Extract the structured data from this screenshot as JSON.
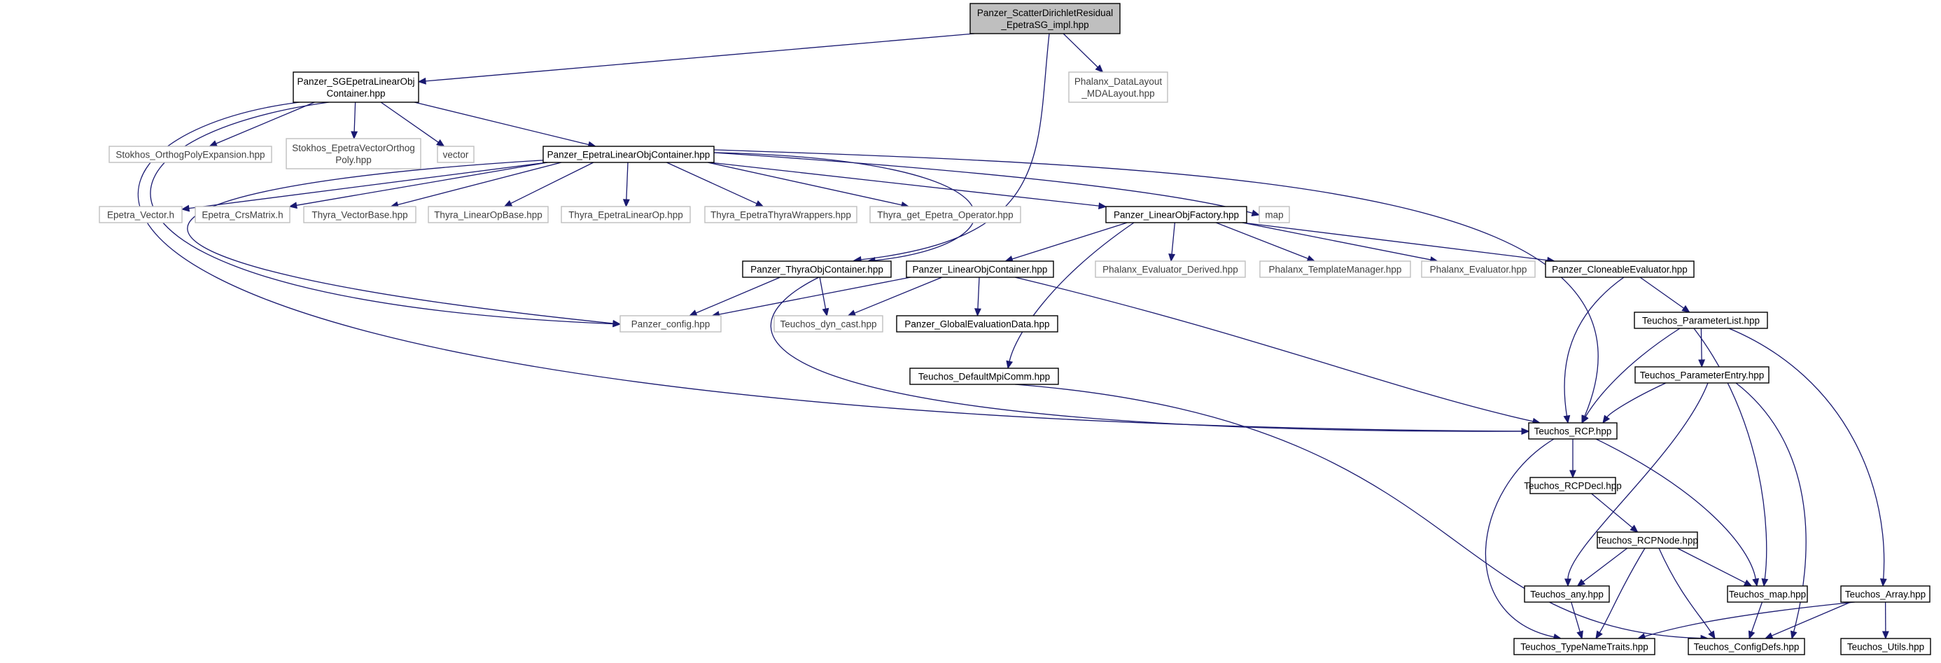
{
  "diagram": {
    "type": "include-dependency-graph",
    "edge_color": "#191970",
    "external_border_color": "#bfbfbf",
    "root_fill": "#bfbfbf",
    "nodes": [
      {
        "id": "root",
        "label": "Panzer_ScatterDirichletResidual\n_EpetraSG_impl.hpp",
        "kind": "root"
      },
      {
        "id": "sgelo",
        "label": "Panzer_SGEpetraLinearObj\nContainer.hpp",
        "kind": "file"
      },
      {
        "id": "phx_dl",
        "label": "Phalanx_DataLayout\n_MDALayout.hpp",
        "kind": "external"
      },
      {
        "id": "stk_ope",
        "label": "Stokhos_OrthogPolyExpansion.hpp",
        "kind": "external"
      },
      {
        "id": "stk_evo",
        "label": "Stokhos_EpetraVectorOrthog\nPoly.hpp",
        "kind": "external"
      },
      {
        "id": "vector",
        "label": "vector",
        "kind": "external"
      },
      {
        "id": "elo",
        "label": "Panzer_EpetraLinearObjContainer.hpp",
        "kind": "file"
      },
      {
        "id": "ep_vec",
        "label": "Epetra_Vector.h",
        "kind": "external"
      },
      {
        "id": "ep_crs",
        "label": "Epetra_CrsMatrix.h",
        "kind": "external"
      },
      {
        "id": "th_vb",
        "label": "Thyra_VectorBase.hpp",
        "kind": "external"
      },
      {
        "id": "th_lob",
        "label": "Thyra_LinearOpBase.hpp",
        "kind": "external"
      },
      {
        "id": "th_elo",
        "label": "Thyra_EpetraLinearOp.hpp",
        "kind": "external"
      },
      {
        "id": "th_etw",
        "label": "Thyra_EpetraThyraWrappers.hpp",
        "kind": "external"
      },
      {
        "id": "th_geo",
        "label": "Thyra_get_Epetra_Operator.hpp",
        "kind": "external"
      },
      {
        "id": "lof",
        "label": "Panzer_LinearObjFactory.hpp",
        "kind": "file"
      },
      {
        "id": "map_ext",
        "label": "map",
        "kind": "external"
      },
      {
        "id": "toc",
        "label": "Panzer_ThyraObjContainer.hpp",
        "kind": "file"
      },
      {
        "id": "loc",
        "label": "Panzer_LinearObjContainer.hpp",
        "kind": "file"
      },
      {
        "id": "phx_ed",
        "label": "Phalanx_Evaluator_Derived.hpp",
        "kind": "external"
      },
      {
        "id": "phx_tm",
        "label": "Phalanx_TemplateManager.hpp",
        "kind": "external"
      },
      {
        "id": "phx_ev",
        "label": "Phalanx_Evaluator.hpp",
        "kind": "external"
      },
      {
        "id": "ce",
        "label": "Panzer_CloneableEvaluator.hpp",
        "kind": "file"
      },
      {
        "id": "pcfg",
        "label": "Panzer_config.hpp",
        "kind": "external"
      },
      {
        "id": "dyn",
        "label": "Teuchos_dyn_cast.hpp",
        "kind": "external"
      },
      {
        "id": "ged",
        "label": "Panzer_GlobalEvaluationData.hpp",
        "kind": "file"
      },
      {
        "id": "plist",
        "label": "Teuchos_ParameterList.hpp",
        "kind": "file"
      },
      {
        "id": "dmc",
        "label": "Teuchos_DefaultMpiComm.hpp",
        "kind": "file"
      },
      {
        "id": "pentry",
        "label": "Teuchos_ParameterEntry.hpp",
        "kind": "file"
      },
      {
        "id": "rcp",
        "label": "Teuchos_RCP.hpp",
        "kind": "file"
      },
      {
        "id": "rcpdecl",
        "label": "Teuchos_RCPDecl.hpp",
        "kind": "file"
      },
      {
        "id": "rcpnode",
        "label": "Teuchos_RCPNode.hpp",
        "kind": "file"
      },
      {
        "id": "any",
        "label": "Teuchos_any.hpp",
        "kind": "file"
      },
      {
        "id": "tmap",
        "label": "Teuchos_map.hpp",
        "kind": "file"
      },
      {
        "id": "tarr",
        "label": "Teuchos_Array.hpp",
        "kind": "file"
      },
      {
        "id": "tnt",
        "label": "Teuchos_TypeNameTraits.hpp",
        "kind": "file"
      },
      {
        "id": "cdefs",
        "label": "Teuchos_ConfigDefs.hpp",
        "kind": "file"
      },
      {
        "id": "utils",
        "label": "Teuchos_Utils.hpp",
        "kind": "file"
      }
    ],
    "edges": [
      [
        "root",
        "sgelo"
      ],
      [
        "root",
        "phx_dl"
      ],
      [
        "root",
        "toc"
      ],
      [
        "sgelo",
        "stk_ope"
      ],
      [
        "sgelo",
        "stk_evo"
      ],
      [
        "sgelo",
        "vector"
      ],
      [
        "sgelo",
        "elo"
      ],
      [
        "sgelo",
        "pcfg"
      ],
      [
        "sgelo",
        "rcp"
      ],
      [
        "elo",
        "ep_vec"
      ],
      [
        "elo",
        "ep_crs"
      ],
      [
        "elo",
        "th_vb"
      ],
      [
        "elo",
        "th_lob"
      ],
      [
        "elo",
        "th_elo"
      ],
      [
        "elo",
        "th_etw"
      ],
      [
        "elo",
        "th_geo"
      ],
      [
        "elo",
        "lof"
      ],
      [
        "elo",
        "map_ext"
      ],
      [
        "elo",
        "toc"
      ],
      [
        "elo",
        "pcfg"
      ],
      [
        "elo",
        "rcp"
      ],
      [
        "lof",
        "loc"
      ],
      [
        "lof",
        "phx_ed"
      ],
      [
        "lof",
        "phx_tm"
      ],
      [
        "lof",
        "phx_ev"
      ],
      [
        "lof",
        "ce"
      ],
      [
        "lof",
        "dmc"
      ],
      [
        "toc",
        "pcfg"
      ],
      [
        "toc",
        "dyn"
      ],
      [
        "toc",
        "rcp"
      ],
      [
        "loc",
        "pcfg"
      ],
      [
        "loc",
        "dyn"
      ],
      [
        "loc",
        "ged"
      ],
      [
        "loc",
        "rcp"
      ],
      [
        "ce",
        "plist"
      ],
      [
        "ce",
        "rcp"
      ],
      [
        "plist",
        "pentry"
      ],
      [
        "plist",
        "rcp"
      ],
      [
        "plist",
        "tmap"
      ],
      [
        "plist",
        "tarr"
      ],
      [
        "pentry",
        "rcp"
      ],
      [
        "pentry",
        "any"
      ],
      [
        "pentry",
        "cdefs"
      ],
      [
        "dmc",
        "cdefs"
      ],
      [
        "rcp",
        "rcpdecl"
      ],
      [
        "rcp",
        "tnt"
      ],
      [
        "rcp",
        "tmap"
      ],
      [
        "rcpdecl",
        "rcpnode"
      ],
      [
        "rcpnode",
        "any"
      ],
      [
        "rcpnode",
        "tmap"
      ],
      [
        "rcpnode",
        "tnt"
      ],
      [
        "rcpnode",
        "cdefs"
      ],
      [
        "any",
        "tnt"
      ],
      [
        "tmap",
        "cdefs"
      ],
      [
        "tarr",
        "tnt"
      ],
      [
        "tarr",
        "cdefs"
      ],
      [
        "tarr",
        "utils"
      ]
    ]
  }
}
